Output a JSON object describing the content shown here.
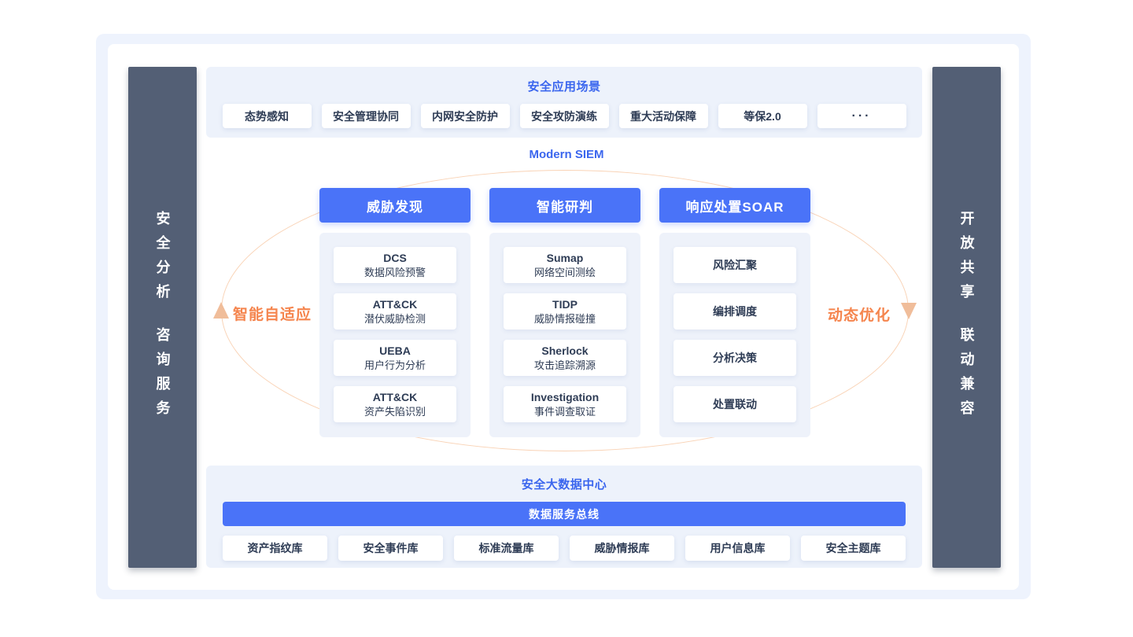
{
  "colors": {
    "accent_blue": "#4a73f8",
    "title_blue": "#3b66ee",
    "section_bg": "#edf2fb",
    "frame_bg": "#eef3fd",
    "sidebar_bg": "#535f75",
    "text_dark": "#2e3c55",
    "orange_text": "#f5854e",
    "orange_line": "#f9d3b6",
    "orange_arrow": "#f0bd9a"
  },
  "left_sidebar": {
    "line1": "安全分析",
    "line2": "咨询服务"
  },
  "right_sidebar": {
    "line1": "开放共享",
    "line2": "联动兼容"
  },
  "top_panel": {
    "title": "安全应用场景",
    "buttons": [
      "态势感知",
      "安全管理协同",
      "内网安全防护",
      "安全攻防演练",
      "重大活动保障",
      "等保2.0",
      "···"
    ]
  },
  "siem": {
    "title": "Modern SIEM",
    "left_label": "智能自适应",
    "right_label": "动态优化",
    "columns": [
      {
        "header": "威胁发现",
        "cards": [
          {
            "line1": "DCS",
            "line2": "数据风险预警"
          },
          {
            "line1": "ATT&CK",
            "line2": "潜伏威胁检测"
          },
          {
            "line1": "UEBA",
            "line2": "用户行为分析"
          },
          {
            "line1": "ATT&CK",
            "line2": "资产失陷识别"
          }
        ]
      },
      {
        "header": "智能研判",
        "cards": [
          {
            "line1": "Sumap",
            "line2": "网络空间测绘"
          },
          {
            "line1": "TIDP",
            "line2": "威胁情报碰撞"
          },
          {
            "line1": "Sherlock",
            "line2": "攻击追踪溯源"
          },
          {
            "line1": "Investigation",
            "line2": "事件调查取证"
          }
        ]
      },
      {
        "header": "响应处置SOAR",
        "cards": [
          {
            "line1": "风险汇聚"
          },
          {
            "line1": "编排调度"
          },
          {
            "line1": "分析决策"
          },
          {
            "line1": "处置联动"
          }
        ]
      }
    ]
  },
  "bottom_panel": {
    "title": "安全大数据中心",
    "bus_label": "数据服务总线",
    "buttons": [
      "资产指纹库",
      "安全事件库",
      "标准流量库",
      "威胁情报库",
      "用户信息库",
      "安全主题库"
    ]
  }
}
